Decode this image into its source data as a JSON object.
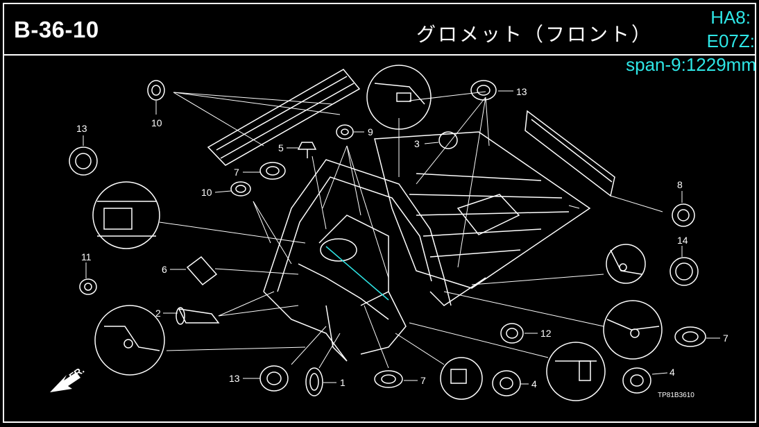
{
  "header": {
    "code": "B-36-10",
    "title": "グロメット（フロント）",
    "model_line1": "HA8:",
    "model_line2": "E07Z:"
  },
  "span_label": "span-9:1229mm",
  "reference_code": "TP81B3610",
  "direction_label": "FR.",
  "colors": {
    "accent": "#2ee6e6",
    "lines": "#ffffff",
    "background": "#000000"
  },
  "callouts": [
    {
      "id": "c1",
      "label": "10"
    },
    {
      "id": "c2",
      "label": "13"
    },
    {
      "id": "c3",
      "label": "5"
    },
    {
      "id": "c4",
      "label": "9"
    },
    {
      "id": "c5",
      "label": "3"
    },
    {
      "id": "c6",
      "label": "13"
    },
    {
      "id": "c7",
      "label": "7"
    },
    {
      "id": "c8",
      "label": "10"
    },
    {
      "id": "c9",
      "label": "8"
    },
    {
      "id": "c10",
      "label": "14"
    },
    {
      "id": "c11",
      "label": "11"
    },
    {
      "id": "c12",
      "label": "6"
    },
    {
      "id": "c13",
      "label": "2"
    },
    {
      "id": "c14",
      "label": "12"
    },
    {
      "id": "c15",
      "label": "7"
    },
    {
      "id": "c16",
      "label": "13"
    },
    {
      "id": "c17",
      "label": "1"
    },
    {
      "id": "c18",
      "label": "7"
    },
    {
      "id": "c19",
      "label": "4"
    },
    {
      "id": "c20",
      "label": "4"
    }
  ]
}
